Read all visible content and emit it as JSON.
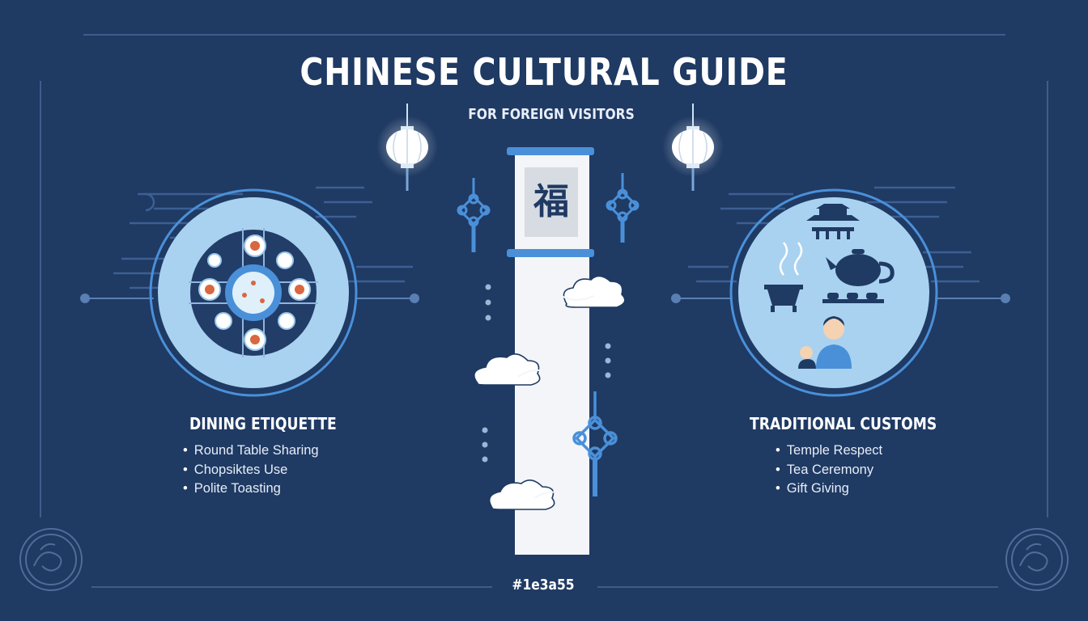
{
  "header": {
    "title": "CHINESE CULTURAL GUIDE",
    "subtitle": "FOR FOREIGN VISITORS"
  },
  "scroll": {
    "character": "福"
  },
  "dining": {
    "title": "DINING ETIQUETTE",
    "items": [
      "Round Table Sharing",
      "Chopsiktes Use",
      "Polite Toasting"
    ]
  },
  "customs": {
    "title": "TRADITIONAL CUSTOMS",
    "items": [
      "Temple Respect",
      "Tea Ceremony",
      "Gift Giving"
    ]
  },
  "footer": {
    "code": "#1e3a55"
  },
  "colors": {
    "background": "#1f3a63",
    "accent": "#4a90d9",
    "light_blue": "#a9d2f0",
    "navy": "#1f3a63",
    "scroll_paper": "#f3f5f8"
  },
  "icons": [
    "lantern-icon",
    "chinese-knot-icon",
    "cloud-icon",
    "dining-table-icon",
    "temple-icon",
    "teapot-icon",
    "incense-icon",
    "person-icon",
    "dragon-seal-icon"
  ]
}
